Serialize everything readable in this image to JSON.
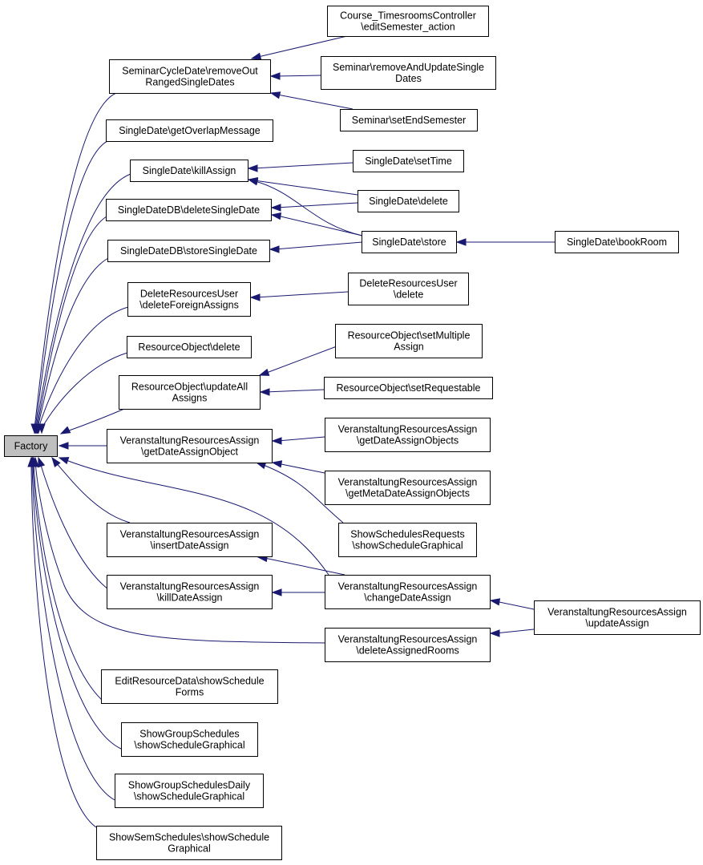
{
  "graph": {
    "root": "Factory",
    "edge_color": "#191970",
    "root_fill": "#bfbfbf",
    "nodes": [
      {
        "id": "factory",
        "lines": [
          "Factory"
        ]
      },
      {
        "id": "scd_removeout",
        "lines": [
          "SeminarCycleDate\\removeOut",
          "RangedSingleDates"
        ]
      },
      {
        "id": "sd_getoverlap",
        "lines": [
          "SingleDate\\getOverlapMessage"
        ]
      },
      {
        "id": "sd_killassign",
        "lines": [
          "SingleDate\\killAssign"
        ]
      },
      {
        "id": "sddb_delete",
        "lines": [
          "SingleDateDB\\deleteSingleDate"
        ]
      },
      {
        "id": "sddb_store",
        "lines": [
          "SingleDateDB\\storeSingleDate"
        ]
      },
      {
        "id": "dru_deleteforeign",
        "lines": [
          "DeleteResourcesUser",
          "\\deleteForeignAssigns"
        ]
      },
      {
        "id": "ro_delete",
        "lines": [
          "ResourceObject\\delete"
        ]
      },
      {
        "id": "ro_updateall",
        "lines": [
          "ResourceObject\\updateAll",
          "Assigns"
        ]
      },
      {
        "id": "vra_getdateassignobject",
        "lines": [
          "VeranstaltungResourcesAssign",
          "\\getDateAssignObject"
        ]
      },
      {
        "id": "vra_insert",
        "lines": [
          "VeranstaltungResourcesAssign",
          "\\insertDateAssign"
        ]
      },
      {
        "id": "vra_kill",
        "lines": [
          "VeranstaltungResourcesAssign",
          "\\killDateAssign"
        ]
      },
      {
        "id": "erd_showschedule",
        "lines": [
          "EditResourceData\\showSchedule",
          "Forms"
        ]
      },
      {
        "id": "sgs_graphical",
        "lines": [
          "ShowGroupSchedules",
          "\\showScheduleGraphical"
        ]
      },
      {
        "id": "sgsd_graphical",
        "lines": [
          "ShowGroupSchedulesDaily",
          "\\showScheduleGraphical"
        ]
      },
      {
        "id": "sss_graphical",
        "lines": [
          "ShowSemSchedules\\showSchedule",
          "Graphical"
        ]
      },
      {
        "id": "ctc_editsemester",
        "lines": [
          "Course_TimesroomsController",
          "\\editSemester_action"
        ]
      },
      {
        "id": "sem_removeandupdate",
        "lines": [
          "Seminar\\removeAndUpdateSingle",
          "Dates"
        ]
      },
      {
        "id": "sem_setend",
        "lines": [
          "Seminar\\setEndSemester"
        ]
      },
      {
        "id": "sd_settime",
        "lines": [
          "SingleDate\\setTime"
        ]
      },
      {
        "id": "sd_delete",
        "lines": [
          "SingleDate\\delete"
        ]
      },
      {
        "id": "sd_store",
        "lines": [
          "SingleDate\\store"
        ]
      },
      {
        "id": "dru_delete",
        "lines": [
          "DeleteResourcesUser",
          "\\delete"
        ]
      },
      {
        "id": "ro_setmultiple",
        "lines": [
          "ResourceObject\\setMultiple",
          "Assign"
        ]
      },
      {
        "id": "ro_setrequestable",
        "lines": [
          "ResourceObject\\setRequestable"
        ]
      },
      {
        "id": "vra_getdateassignobjects",
        "lines": [
          "VeranstaltungResourcesAssign",
          "\\getDateAssignObjects"
        ]
      },
      {
        "id": "vra_getmetadate",
        "lines": [
          "VeranstaltungResourcesAssign",
          "\\getMetaDateAssignObjects"
        ]
      },
      {
        "id": "ssr_graphical",
        "lines": [
          "ShowSchedulesRequests",
          "\\showScheduleGraphical"
        ]
      },
      {
        "id": "vra_change",
        "lines": [
          "VeranstaltungResourcesAssign",
          "\\changeDateAssign"
        ]
      },
      {
        "id": "vra_deleteassigned",
        "lines": [
          "VeranstaltungResourcesAssign",
          "\\deleteAssignedRooms"
        ]
      },
      {
        "id": "sd_bookroom",
        "lines": [
          "SingleDate\\bookRoom"
        ]
      },
      {
        "id": "vra_update",
        "lines": [
          "VeranstaltungResourcesAssign",
          "\\updateAssign"
        ]
      }
    ],
    "edges": [
      {
        "from": "scd_removeout",
        "to": "factory"
      },
      {
        "from": "sd_getoverlap",
        "to": "factory"
      },
      {
        "from": "sd_killassign",
        "to": "factory"
      },
      {
        "from": "sddb_delete",
        "to": "factory"
      },
      {
        "from": "sddb_store",
        "to": "factory"
      },
      {
        "from": "dru_deleteforeign",
        "to": "factory"
      },
      {
        "from": "ro_delete",
        "to": "factory"
      },
      {
        "from": "ro_updateall",
        "to": "factory"
      },
      {
        "from": "vra_getdateassignobject",
        "to": "factory"
      },
      {
        "from": "vra_insert",
        "to": "factory"
      },
      {
        "from": "vra_kill",
        "to": "factory"
      },
      {
        "from": "vra_change",
        "to": "factory"
      },
      {
        "from": "vra_deleteassigned",
        "to": "factory"
      },
      {
        "from": "erd_showschedule",
        "to": "factory"
      },
      {
        "from": "sgs_graphical",
        "to": "factory"
      },
      {
        "from": "sgsd_graphical",
        "to": "factory"
      },
      {
        "from": "sss_graphical",
        "to": "factory"
      },
      {
        "from": "ctc_editsemester",
        "to": "scd_removeout"
      },
      {
        "from": "sem_removeandupdate",
        "to": "scd_removeout"
      },
      {
        "from": "sem_setend",
        "to": "scd_removeout"
      },
      {
        "from": "sd_settime",
        "to": "sd_killassign"
      },
      {
        "from": "sd_delete",
        "to": "sd_killassign"
      },
      {
        "from": "sd_store",
        "to": "sd_killassign"
      },
      {
        "from": "sd_delete",
        "to": "sddb_delete"
      },
      {
        "from": "sd_store",
        "to": "sddb_delete"
      },
      {
        "from": "sd_store",
        "to": "sddb_store"
      },
      {
        "from": "sd_bookroom",
        "to": "sd_store"
      },
      {
        "from": "dru_delete",
        "to": "dru_deleteforeign"
      },
      {
        "from": "ro_setmultiple",
        "to": "ro_updateall"
      },
      {
        "from": "ro_setrequestable",
        "to": "ro_updateall"
      },
      {
        "from": "vra_getdateassignobjects",
        "to": "vra_getdateassignobject"
      },
      {
        "from": "vra_getmetadate",
        "to": "vra_getdateassignobject"
      },
      {
        "from": "ssr_graphical",
        "to": "vra_getdateassignobject"
      },
      {
        "from": "vra_change",
        "to": "vra_insert"
      },
      {
        "from": "vra_change",
        "to": "vra_kill"
      },
      {
        "from": "vra_update",
        "to": "vra_change"
      },
      {
        "from": "vra_update",
        "to": "vra_deleteassigned"
      }
    ]
  }
}
